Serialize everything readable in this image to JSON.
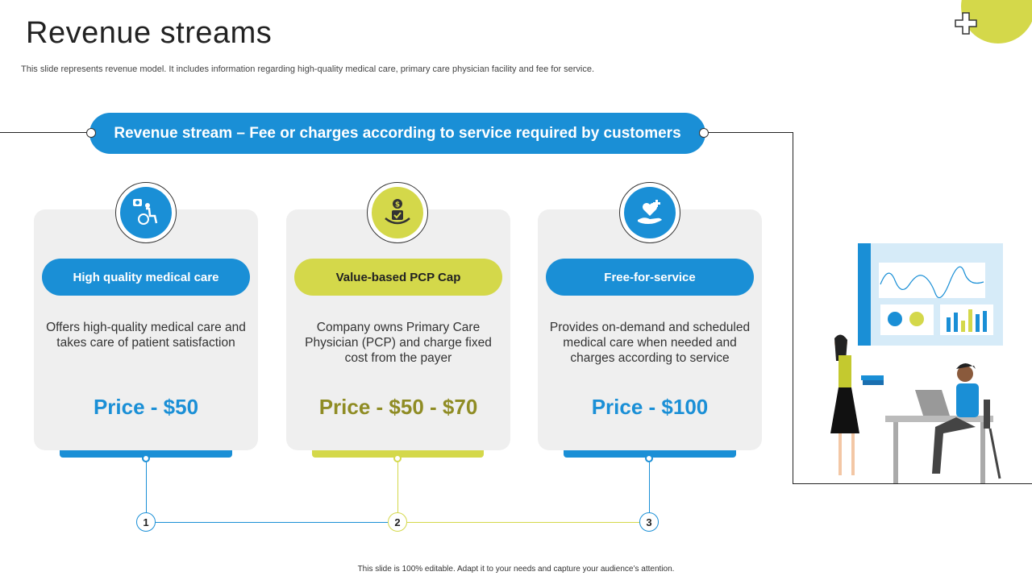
{
  "title": "Revenue streams",
  "subtitle": "This slide represents revenue model. It includes information regarding high-quality medical care, primary care physician facility and fee for service.",
  "banner": "Revenue stream – Fee or charges according to service required by customers",
  "footer": "This slide is 100% editable.  Adapt it to your needs and capture your audience’s attention.",
  "colors": {
    "blue": "#1a8fd6",
    "yellow": "#d4d84a",
    "olive": "#8f8c24",
    "card": "#efefef"
  },
  "cards": [
    {
      "heading": "High quality medical care",
      "description": "Offers high-quality  medical care and takes care of patient satisfaction",
      "price": "Price - $50",
      "step": "1",
      "icon": "wheelchair-patient-icon"
    },
    {
      "heading": "Value-based PCP Cap",
      "description": "Company owns Primary Care Physician (PCP) and charge fixed cost from the payer",
      "price": "Price - $50 - $70",
      "step": "2",
      "icon": "hand-money-icon"
    },
    {
      "heading": "Free-for-service",
      "description": "Provides on-demand and scheduled medical care when needed and charges according to service",
      "price": "Price - $100",
      "step": "3",
      "icon": "heart-care-hand-icon"
    }
  ]
}
